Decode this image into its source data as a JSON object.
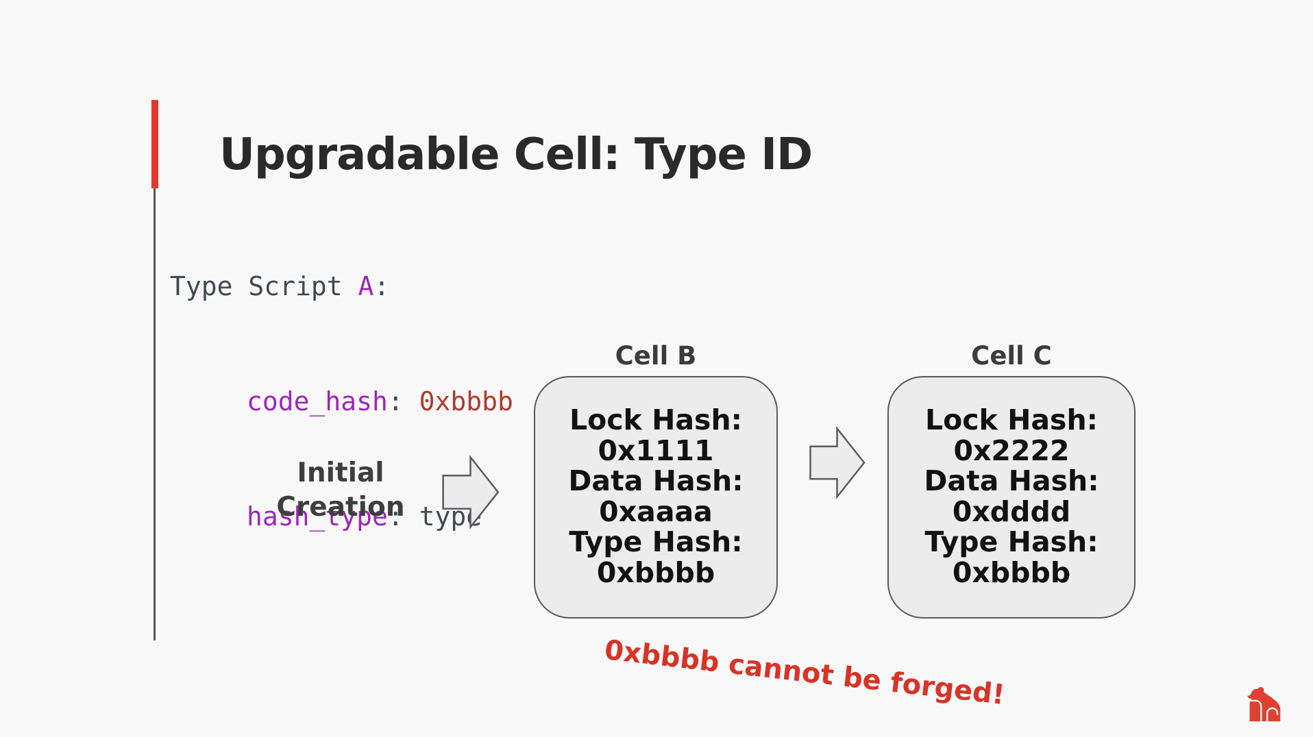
{
  "slide": {
    "title": "Upgradable Cell: Type ID",
    "code": {
      "line1": {
        "text": "Type Script ",
        "highlight": "A",
        "colon": ":"
      },
      "line2": {
        "key": "code_hash",
        "sep": ": ",
        "value": "0xbbbb"
      },
      "line3": {
        "key": "hash_type",
        "sep": ": ",
        "value": "type"
      }
    },
    "flow": {
      "initial_label": {
        "line1": "Initial",
        "line2": "Creation"
      },
      "cells": [
        {
          "name": "Cell B",
          "lines": [
            "Lock Hash:",
            "0x1111",
            "Data Hash:",
            "0xaaaa",
            "Type Hash:",
            "0xbbbb"
          ]
        },
        {
          "name": "Cell C",
          "lines": [
            "Lock Hash:",
            "0x2222",
            "Data Hash:",
            "0xdddd",
            "Type Hash:",
            "0xbbbb"
          ]
        }
      ]
    },
    "annotation": "0xbbbb cannot be forged!"
  },
  "colors": {
    "bg": "#f8f8f8",
    "accent": "#e2382c",
    "slate": "#3d4b52",
    "purple": "#9c28b8",
    "code-red": "#b03b2c",
    "red-text": "#d93327",
    "logo-red": "#e0402e"
  }
}
